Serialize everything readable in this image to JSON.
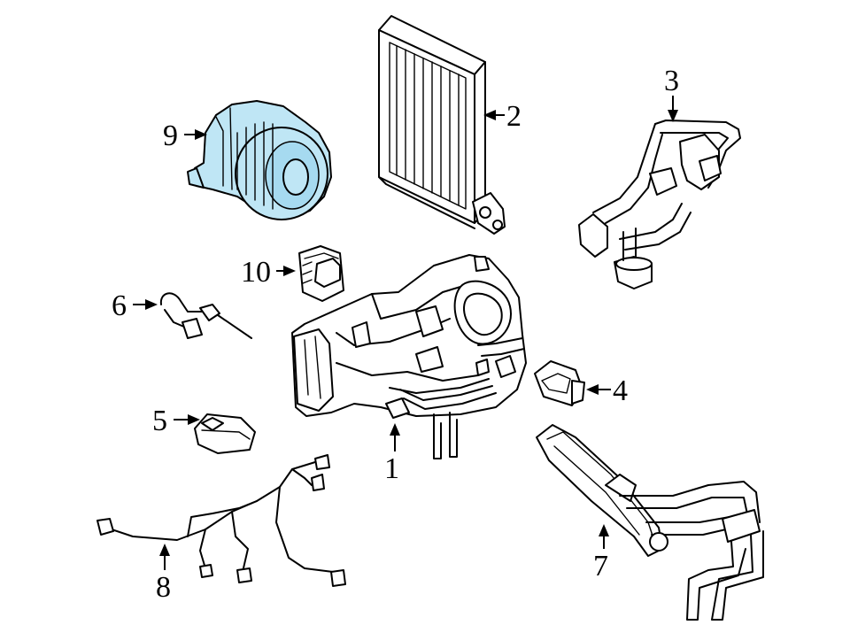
{
  "callouts": [
    {
      "id": "1",
      "label": "1"
    },
    {
      "id": "2",
      "label": "2"
    },
    {
      "id": "3",
      "label": "3"
    },
    {
      "id": "4",
      "label": "4"
    },
    {
      "id": "5",
      "label": "5"
    },
    {
      "id": "6",
      "label": "6"
    },
    {
      "id": "7",
      "label": "7"
    },
    {
      "id": "8",
      "label": "8"
    },
    {
      "id": "9",
      "label": "9"
    },
    {
      "id": "10",
      "label": "10"
    }
  ],
  "highlight_color": "#bfe6f5",
  "highlighted_part": "9"
}
